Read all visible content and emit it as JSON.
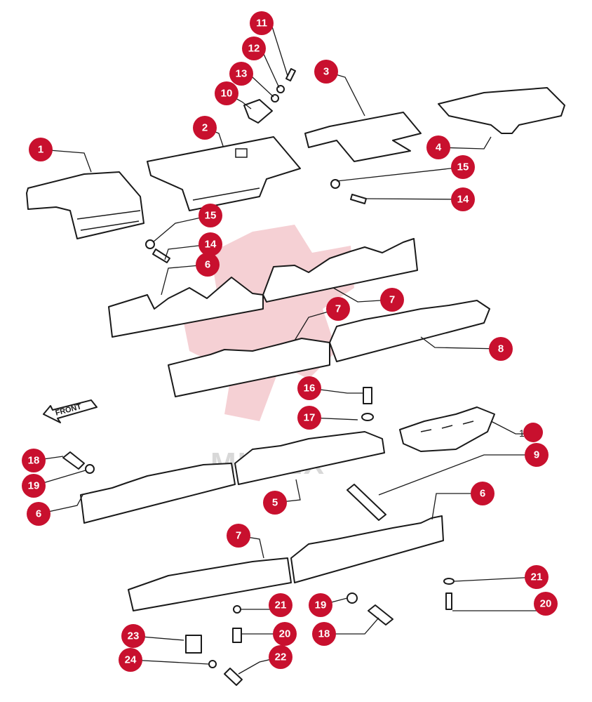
{
  "watermark": {
    "text": "MHTEX"
  },
  "front_label": "FRONT",
  "ref_code": "1277",
  "colors": {
    "callout": "#c8102e",
    "line": "#1a1a1a",
    "watermark": "#f2c0c6"
  },
  "callouts": [
    "1",
    "2",
    "3",
    "4",
    "5",
    "6",
    "6",
    "6",
    "7",
    "7",
    "7",
    "8",
    "9",
    "10",
    "11",
    "12",
    "13",
    "14",
    "14",
    "15",
    "15",
    "16",
    "17",
    "18",
    "18",
    "19",
    "19",
    "20",
    "20",
    "21",
    "21",
    "22",
    "23",
    "24"
  ]
}
